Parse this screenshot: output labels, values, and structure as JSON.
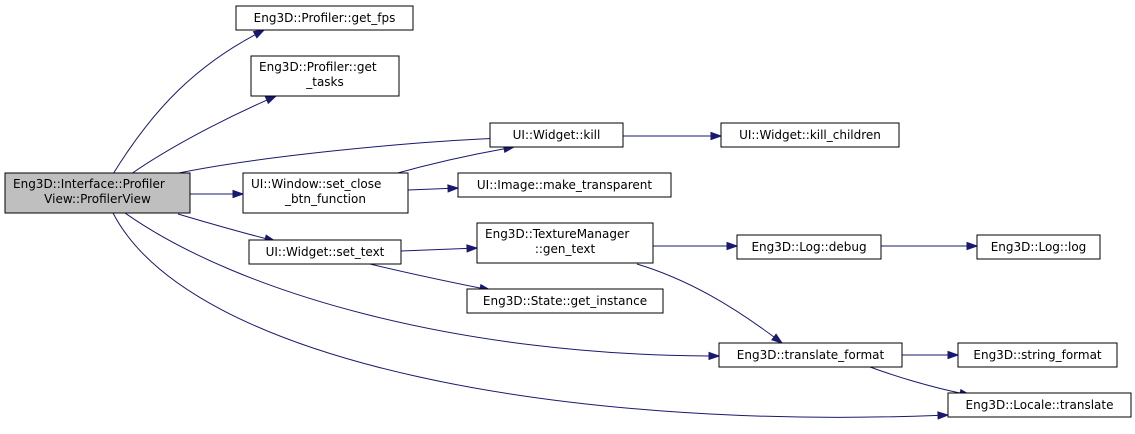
{
  "colors": {
    "edge": "#191970",
    "node_fill": "#ffffff",
    "root_fill": "#bfbfbf",
    "node_stroke": "#000000"
  },
  "nodes": {
    "root": {
      "lines": [
        "Eng3D::Interface::Profiler",
        "View::ProfilerView"
      ],
      "root": true
    },
    "get_fps": {
      "lines": [
        "Eng3D::Profiler::get_fps"
      ]
    },
    "get_tasks": {
      "lines": [
        "Eng3D::Profiler::get",
        "_tasks"
      ]
    },
    "kill": {
      "lines": [
        "UI::Widget::kill"
      ]
    },
    "kill_children": {
      "lines": [
        "UI::Widget::kill_children"
      ]
    },
    "set_close": {
      "lines": [
        "UI::Window::set_close",
        "_btn_function"
      ]
    },
    "make_transparent": {
      "lines": [
        "UI::Image::make_transparent"
      ]
    },
    "set_text": {
      "lines": [
        "UI::Widget::set_text"
      ]
    },
    "gen_text": {
      "lines": [
        "Eng3D::TextureManager",
        "::gen_text"
      ]
    },
    "debug": {
      "lines": [
        "Eng3D::Log::debug"
      ]
    },
    "log": {
      "lines": [
        "Eng3D::Log::log"
      ]
    },
    "get_instance": {
      "lines": [
        "Eng3D::State::get_instance"
      ]
    },
    "translate_format": {
      "lines": [
        "Eng3D::translate_format"
      ]
    },
    "string_format": {
      "lines": [
        "Eng3D::string_format"
      ]
    },
    "translate": {
      "lines": [
        "Eng3D::Locale::translate"
      ]
    }
  },
  "edges": [
    [
      "root",
      "get_fps"
    ],
    [
      "root",
      "get_tasks"
    ],
    [
      "root",
      "kill"
    ],
    [
      "root",
      "set_close"
    ],
    [
      "root",
      "set_text"
    ],
    [
      "root",
      "translate_format"
    ],
    [
      "root",
      "translate"
    ],
    [
      "kill",
      "kill_children"
    ],
    [
      "set_close",
      "kill"
    ],
    [
      "set_close",
      "make_transparent"
    ],
    [
      "set_text",
      "gen_text"
    ],
    [
      "set_text",
      "get_instance"
    ],
    [
      "gen_text",
      "debug"
    ],
    [
      "gen_text",
      "translate_format"
    ],
    [
      "debug",
      "log"
    ],
    [
      "translate_format",
      "string_format"
    ],
    [
      "translate_format",
      "translate"
    ]
  ]
}
